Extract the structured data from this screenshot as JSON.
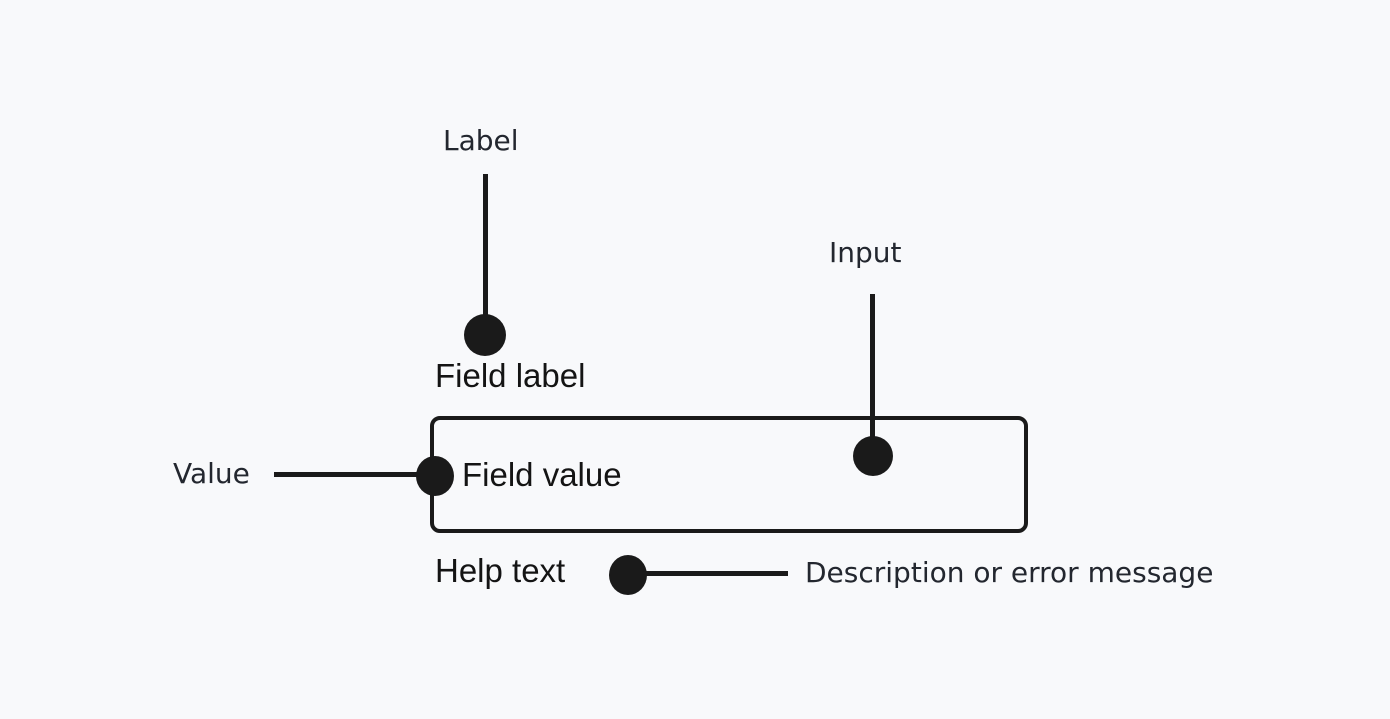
{
  "diagram": {
    "type": "form-field-anatomy",
    "colors": {
      "background": "#f8f9fb",
      "ink": "#1a1a1a",
      "annotation_text": "#23272f",
      "field_text": "#141414"
    },
    "annotations": {
      "label_callout": "Label",
      "input_callout": "Input",
      "value_callout": "Value",
      "help_callout": "Description or error message"
    },
    "field": {
      "label": "Field label",
      "value": "Field value",
      "help_text": "Help text"
    }
  }
}
